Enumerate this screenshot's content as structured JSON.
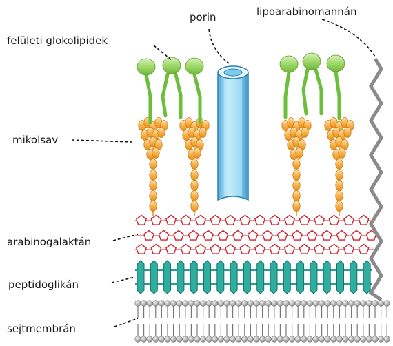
{
  "labels": {
    "glycolipids": "felületi glokolipidek",
    "porin": "porin",
    "lam": "lipoarabinomannán",
    "mycolic": "mikolsav",
    "arabinogalactan": "arabinogalaktán",
    "peptidoglycan": "peptidoglikán",
    "membrane": "sejtmembrán"
  },
  "colors": {
    "glycolipid_head": "#8fcf5a",
    "glycolipid_tail": "#6cbf3a",
    "porin": "#7fd0f0",
    "porin_edge": "#2f7fb0",
    "mycolic": "#f5a623",
    "mycolic_edge": "#d07a10",
    "arabinogalactan": "#d0202a",
    "peptidoglycan": "#2a9d8f",
    "membrane_head": "#aaaaaa",
    "lam": "#888888",
    "leader": "#111111"
  }
}
